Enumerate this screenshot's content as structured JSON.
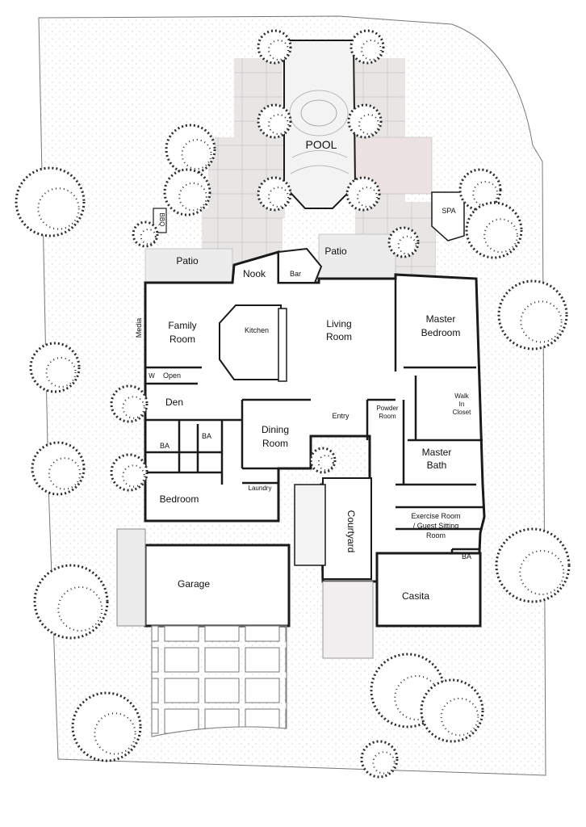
{
  "rooms": {
    "pool": "POOL",
    "spa": "SPA",
    "bbq": "BBQ",
    "patio_left": "Patio",
    "patio_right": "Patio",
    "nook": "Nook",
    "bar": "Bar",
    "media": "Media",
    "family_room_1": "Family",
    "family_room_2": "Room",
    "kitchen": "Kitchen",
    "living_room_1": "Living",
    "living_room_2": "Room",
    "master_bedroom_1": "Master",
    "master_bedroom_2": "Bedroom",
    "open": "Open",
    "w_mark": "W",
    "den": "Den",
    "ba_left": "BA",
    "ba_mid": "BA",
    "entry": "Entry",
    "powder_room_1": "Powder",
    "powder_room_2": "Room",
    "dining_room_1": "Dining",
    "dining_room_2": "Room",
    "walk_in_closet_1": "Walk",
    "walk_in_closet_2": "In",
    "walk_in_closet_3": "Closet",
    "master_bath_1": "Master",
    "master_bath_2": "Bath",
    "bedroom": "Bedroom",
    "laundry": "Laundry",
    "courtyard": "Courtyard",
    "exercise_room_1": "Exercise Room",
    "exercise_room_2": "/ Guest Sitting",
    "exercise_room_3": "Room",
    "ba_right": "BA",
    "garage": "Garage",
    "casita": "Casita"
  },
  "colors": {
    "wall": "#1a1a1a",
    "paving": "#e6e3e3",
    "paving_pink": "#ece2e2",
    "lawn_dot": "#9a9a9a",
    "tree": "#2b2b2b"
  }
}
